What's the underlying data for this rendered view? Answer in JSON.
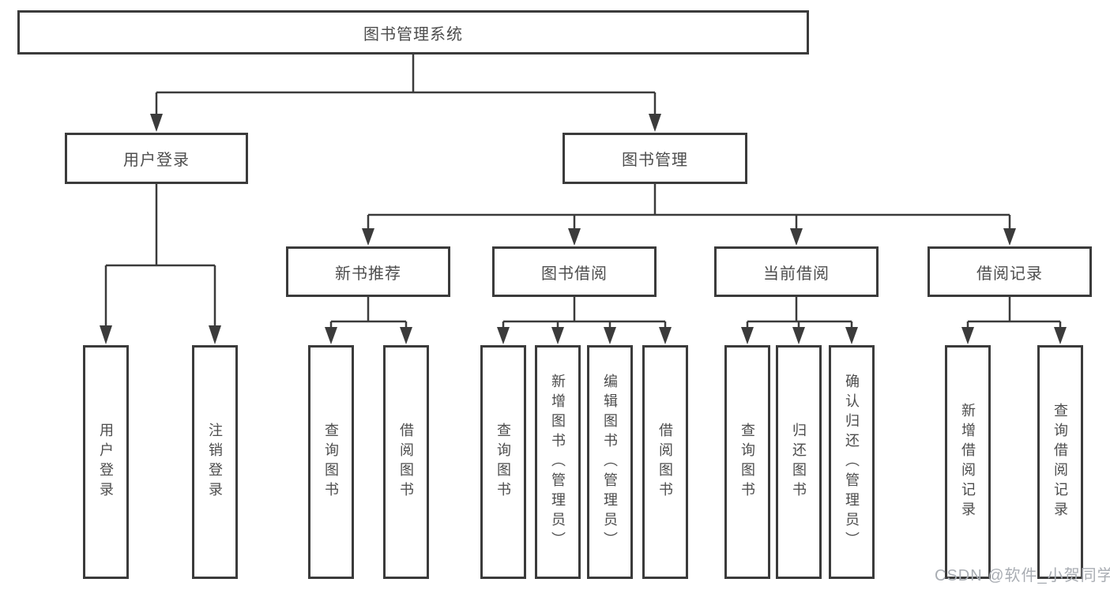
{
  "tree": {
    "root": {
      "label": "图书管理系统",
      "children": [
        {
          "label": "用户登录",
          "children": [
            {
              "label": "用户登录"
            },
            {
              "label": "注销登录"
            }
          ]
        },
        {
          "label": "图书管理",
          "children": [
            {
              "label": "新书推荐",
              "children": [
                {
                  "label": "查询图书"
                },
                {
                  "label": "借阅图书"
                }
              ]
            },
            {
              "label": "图书借阅",
              "children": [
                {
                  "label": "查询图书"
                },
                {
                  "label": "新增图书（管理员）"
                },
                {
                  "label": "编辑图书（管理员）"
                },
                {
                  "label": "借阅图书"
                }
              ]
            },
            {
              "label": "当前借阅",
              "children": [
                {
                  "label": "查询图书"
                },
                {
                  "label": "归还图书"
                },
                {
                  "label": "确认归还（管理员）"
                }
              ]
            },
            {
              "label": "借阅记录",
              "children": [
                {
                  "label": "新增借阅记录"
                },
                {
                  "label": "查询借阅记录"
                }
              ]
            }
          ]
        }
      ]
    }
  },
  "watermark": "CSDN @软件_小贺同学",
  "colors": {
    "line": "#3b3b3b",
    "box_border": "#3b3b3b",
    "text": "#4d4d4d",
    "watermark": "#a9adb3",
    "background": "#ffffff"
  }
}
